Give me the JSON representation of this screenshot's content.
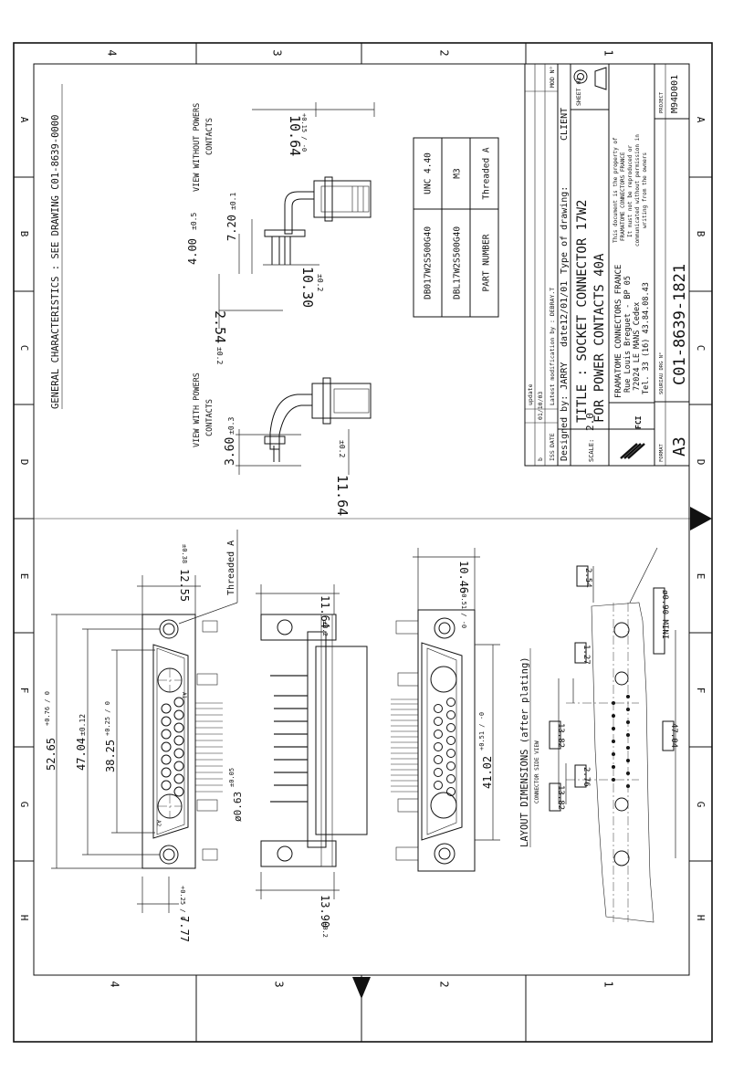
{
  "frame": {
    "col_labels": [
      "4",
      "3",
      "2",
      "1"
    ],
    "row_labels": [
      "A",
      "B",
      "C",
      "D",
      "E",
      "F",
      "G",
      "H"
    ]
  },
  "notes": {
    "general": "GENERAL CHARACTERISTICS : SEE DRAWING C01-8639-0000"
  },
  "views": {
    "without_powers": [
      "VIEW WITHOUT POWERS",
      "CONTACTS"
    ],
    "with_powers": [
      "VIEW WITH POWERS",
      "CONTACTS"
    ],
    "layout_title": "LAYOUT DIMENSIONS (after plating)",
    "layout_sub": "CONNECTOR SIDE VIEW",
    "threaded_callout": "Threaded A"
  },
  "dimensions": {
    "d10_64": "10.64",
    "d10_64_tol": "+0.15 / -0",
    "d4_00": "4.00",
    "d4_00_tol": "±0.5",
    "d7_20": "7.20",
    "d7_20_tol": "±0.1",
    "d10_30": "10.30",
    "d10_30_tol": "±0.2",
    "d2_54": "2.54",
    "d2_54_tol": "±0.2",
    "d3_60": "3.60",
    "d3_60_tol": "±0.3",
    "d11_64": "11.64",
    "d11_64_tol": "±0.2",
    "d12_55": "12.55",
    "d12_55_tol": "±0.38",
    "d11_64b": "11.64",
    "d11_64b_tol": "±0.2",
    "d10_46": "10.46",
    "d10_46_tol": "+0.51 / -0",
    "d52_65": "52.65",
    "d52_65_tol": "+0.76 / 0",
    "d47_04": "47.04",
    "d47_04_tol": "±0.12",
    "d38_25": "38.25",
    "d38_25_tol": "+0.25 / 0",
    "d0_63": "ø0.63",
    "d0_63_tol": "±0.05",
    "d41_02": "41.02",
    "d41_02_tol": "+0.51 / -0",
    "d7_77": "7.77",
    "d7_77_tol": "+0.25 / 0",
    "d13_90": "13.90",
    "d13_90_tol": "±0.2",
    "l2_54": "2.54",
    "l1_27": "1.27",
    "l13_82a": "13.82",
    "l2_76": "2.76",
    "l13_82b": "13.82",
    "l0_90": "ø0.90 MINI",
    "l47_04": "47.04"
  },
  "pin_labels": {
    "a1": "A1",
    "a2": "A2"
  },
  "part_table": {
    "header": [
      "PART NUMBER",
      "DBL17W2S500G40",
      "DB017W2S500G40"
    ],
    "thread": [
      "Threaded A",
      "M3",
      "UNC 4.40"
    ]
  },
  "title_block": {
    "rev_headers": [
      "ISS",
      "DATE",
      "Latest modification by : DEBRAY.T",
      "MOD N°"
    ],
    "rev_row": [
      "b",
      "01/10/03",
      "update"
    ],
    "designed_by": "Designed by: JARRY",
    "date": "date12/01/01",
    "type_of_drawing": "Type of drawing:",
    "client": "CLIENT",
    "sheet": "SHEET 01",
    "scale_label": "SCALE:",
    "scale": "2.0",
    "title_line1": "TITLE : SOCKET CONNECTOR 17W2",
    "title_line2": "FOR POWER CONTACTS 40A",
    "company": [
      "FRAMATOME CONNECTORS FRANCE",
      "Rue Louis Breguet - BP 05",
      "72024 LE MANS Cedex",
      "Tel. 33 (16) 43.84.08.43"
    ],
    "property": [
      "This document is the property of",
      "FRAMATOME CONNECTORS FRANCE",
      "It must not be reproduced or",
      "communicated without permission in",
      "writing from the owners"
    ],
    "logo": "FCI",
    "format_label": "FORMAT",
    "format": "A3",
    "dwg_label": "SOURIAU DRG N°",
    "dwg_no": "C01-8639-1821",
    "project_label": "PROJECT",
    "project": "M94D001"
  }
}
